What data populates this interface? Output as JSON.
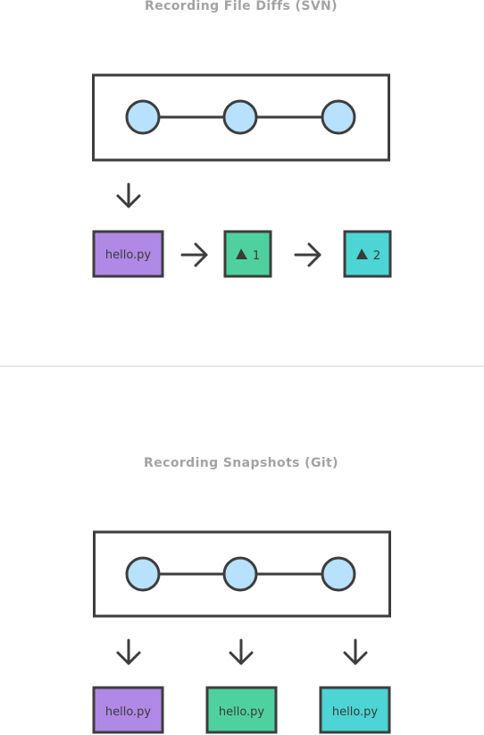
{
  "svn": {
    "title": "Recording File Diffs (SVN)",
    "file": {
      "label": "hello.py",
      "icon": "file-box",
      "color": "#b088e6"
    },
    "deltas": [
      {
        "label": "1",
        "icon": "triangle-delta-icon",
        "color": "#4fd19f"
      },
      {
        "label": "2",
        "icon": "triangle-delta-icon",
        "color": "#4dd4d4"
      }
    ]
  },
  "git": {
    "title": "Recording Snapshots (Git)",
    "snapshots": [
      {
        "label": "hello.py",
        "color": "#b088e6"
      },
      {
        "label": "hello.py",
        "color": "#4fd19f"
      },
      {
        "label": "hello.py",
        "color": "#4dd4d4"
      }
    ]
  },
  "colors": {
    "stroke": "#3d3d3d",
    "commit_node": "#b7e1fc",
    "divider": "#d6d6d6",
    "title_text": "#a3a3a3"
  }
}
